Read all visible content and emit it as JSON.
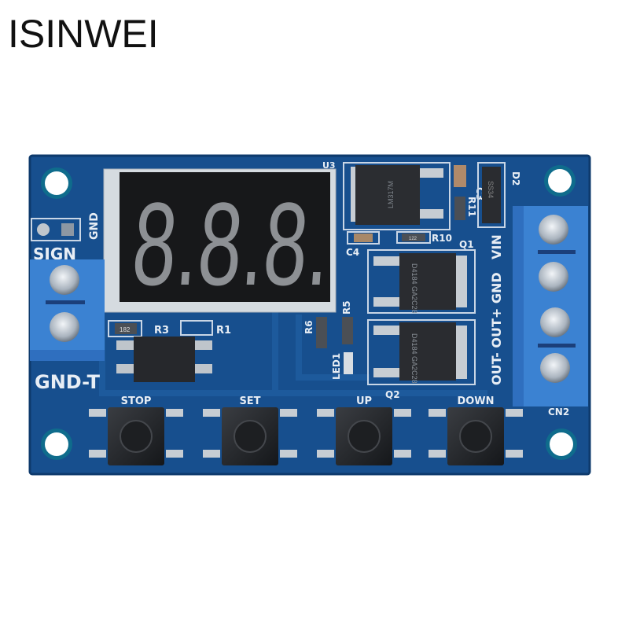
{
  "brand": "ISINWEI",
  "board": {
    "color": "#174f8e",
    "display": {
      "reading": "8.8.8.",
      "label": "U3"
    },
    "silkscreen": {
      "sign": "SIGN",
      "gnd_top": "GND",
      "gnd_t": "GND-T",
      "r3": "R3",
      "r1": "R1",
      "r6": "R6",
      "r5": "R5",
      "led1": "LED1",
      "c4": "C4",
      "r10": "R10",
      "c3": "C3",
      "r11": "R11",
      "d2": "D2",
      "q1": "Q1",
      "q2": "Q2",
      "cn2": "CN2",
      "terminal_labels": "OUT- OUT+ GND",
      "vin": "VIN"
    },
    "chips": {
      "regulator": "LM317M",
      "mosfet_q1": "D4184 GA2C28",
      "mosfet_q2": "D4184 GA2C28",
      "diode": "SS34",
      "resistor_r3": "182",
      "resistor_r10": "122"
    },
    "buttons": [
      {
        "label": "STOP"
      },
      {
        "label": "SET"
      },
      {
        "label": "UP"
      },
      {
        "label": "DOWN"
      }
    ]
  }
}
